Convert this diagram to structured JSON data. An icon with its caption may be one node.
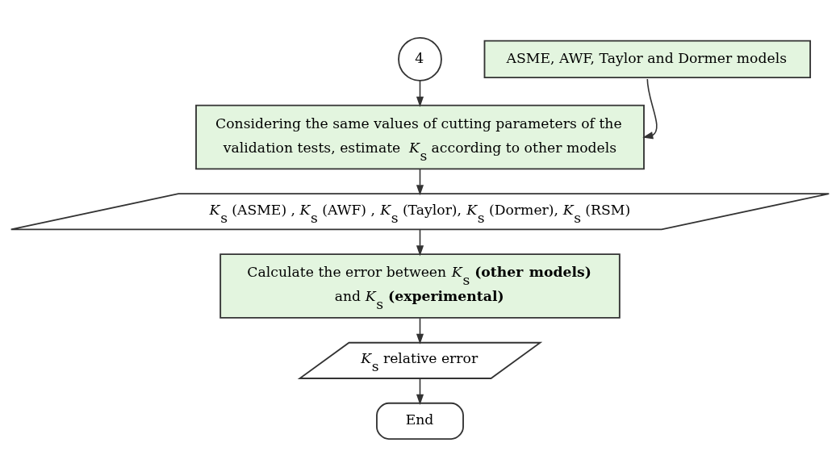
{
  "diagram": {
    "nodes": [
      {
        "text": [
          "4"
        ]
      },
      {
        "text": [
          "ASME, AWF, Taylor and Dormer models"
        ]
      },
      {
        "text": [
          "Considering the same values of cutting parameters of the validation tests, estimate *K*$_{s}$ according to other models"
        ]
      },
      {
        "text": [
          "*K*$_{s}$ (ASME) , *K*$_{s}$ (AWF) , *K*$_{s}$ (Taylor), *K*$_{s}$ (Dormer), *K*$_{s}$ (RSM)"
        ]
      },
      {
        "text": [
          "Calculate the error between *K*$_{s}$ **(other models)** and *K*$_{s}$ **(experimental)**"
        ]
      },
      {
        "text": [
          "*K*$_{s}$ relative error"
        ]
      },
      {
        "text": [
          "End"
        ]
      }
    ],
    "edges": [
      {
        "from": 0,
        "to": 2,
        "arrow": "to"
      },
      {
        "from": 1,
        "to": 2,
        "arrow": "to"
      },
      {
        "from": 2,
        "to": 3,
        "arrow": "to"
      },
      {
        "from": 3,
        "to": 4,
        "arrow": "to"
      },
      {
        "from": 4,
        "to": 5,
        "arrow": "to"
      },
      {
        "from": 5,
        "to": 6,
        "arrow": "to"
      }
    ]
  }
}
